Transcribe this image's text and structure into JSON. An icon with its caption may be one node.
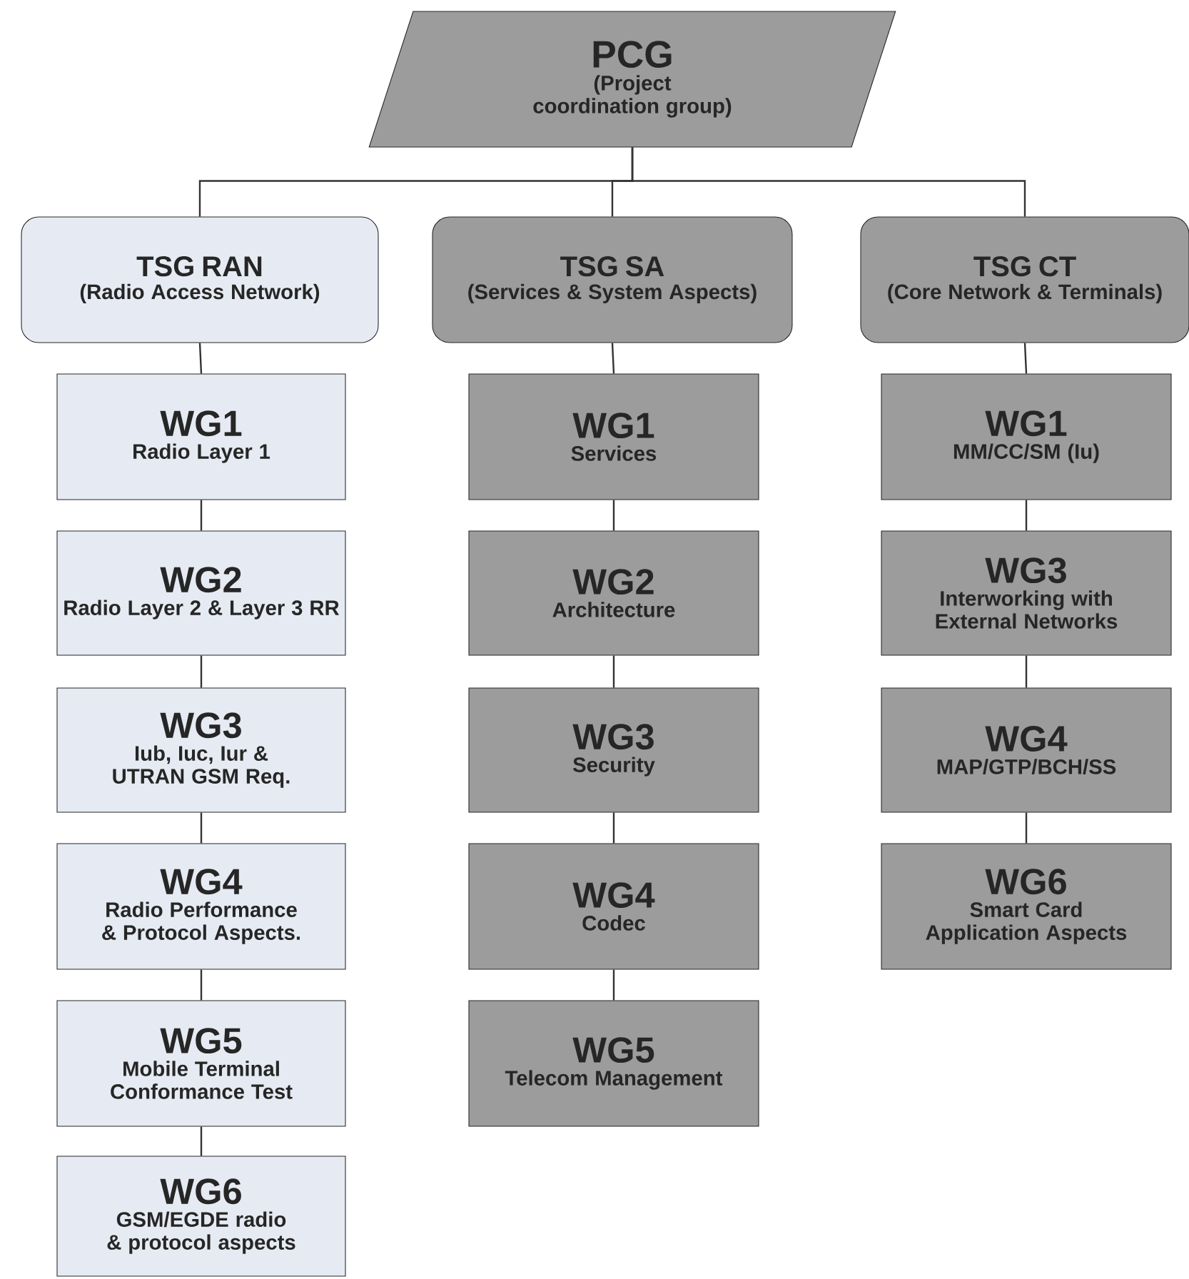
{
  "diagram": {
    "nodes": [
      {
        "text": [
          "PCG",
          "(Project coordination group)"
        ]
      },
      {
        "text": [
          "TSG RAN",
          "(Radio Access Network)"
        ]
      },
      {
        "text": [
          "TSG SA",
          "(Services & System Aspects)"
        ]
      },
      {
        "text": [
          "TSG CT",
          "(Core Network & Terminals)"
        ]
      },
      {
        "text": [
          "WG1",
          "Radio Layer 1"
        ]
      },
      {
        "text": [
          "WG2",
          "Radio Layer 2 & Layer 3 RR"
        ]
      },
      {
        "text": [
          "WG3",
          "Iub, Iuc, Iur & UTRAN GSM Req."
        ]
      },
      {
        "text": [
          "WG4",
          "Radio Performance & Protocol Aspects."
        ]
      },
      {
        "text": [
          "WG5",
          "Mobile Terminal Conformance Test"
        ]
      },
      {
        "text": [
          "WG6",
          "GSM/EGDE radio & protocol aspects"
        ]
      },
      {
        "text": [
          "WG1",
          "Services"
        ]
      },
      {
        "text": [
          "WG2",
          "Architecture"
        ]
      },
      {
        "text": [
          "WG3",
          "Security"
        ]
      },
      {
        "text": [
          "WG4",
          "Codec"
        ]
      },
      {
        "text": [
          "WG5",
          "Telecom Management"
        ]
      },
      {
        "text": [
          "WG1",
          "MM/CC/SM (Iu)"
        ]
      },
      {
        "text": [
          "WG3",
          "Interworking with External Networks"
        ]
      },
      {
        "text": [
          "WG4",
          "MAP/GTP/BCH/SS"
        ]
      },
      {
        "text": [
          "WG6",
          "Smart Card Application Aspects"
        ]
      }
    ],
    "edges": [
      {
        "from": 0,
        "to": 1,
        "arrow": "none"
      },
      {
        "from": 0,
        "to": 2,
        "arrow": "none"
      },
      {
        "from": 0,
        "to": 3,
        "arrow": "none"
      },
      {
        "from": 1,
        "to": 4,
        "arrow": "none"
      },
      {
        "from": 4,
        "to": 5,
        "arrow": "none"
      },
      {
        "from": 5,
        "to": 6,
        "arrow": "none"
      },
      {
        "from": 6,
        "to": 7,
        "arrow": "none"
      },
      {
        "from": 7,
        "to": 8,
        "arrow": "none"
      },
      {
        "from": 8,
        "to": 9,
        "arrow": "none"
      },
      {
        "from": 2,
        "to": 10,
        "arrow": "none"
      },
      {
        "from": 10,
        "to": 11,
        "arrow": "none"
      },
      {
        "from": 11,
        "to": 12,
        "arrow": "none"
      },
      {
        "from": 12,
        "to": 13,
        "arrow": "none"
      },
      {
        "from": 13,
        "to": 14,
        "arrow": "none"
      },
      {
        "from": 3,
        "to": 15,
        "arrow": "none"
      },
      {
        "from": 15,
        "to": 16,
        "arrow": "none"
      },
      {
        "from": 16,
        "to": 17,
        "arrow": "none"
      },
      {
        "from": 17,
        "to": 18,
        "arrow": "none"
      }
    ]
  }
}
